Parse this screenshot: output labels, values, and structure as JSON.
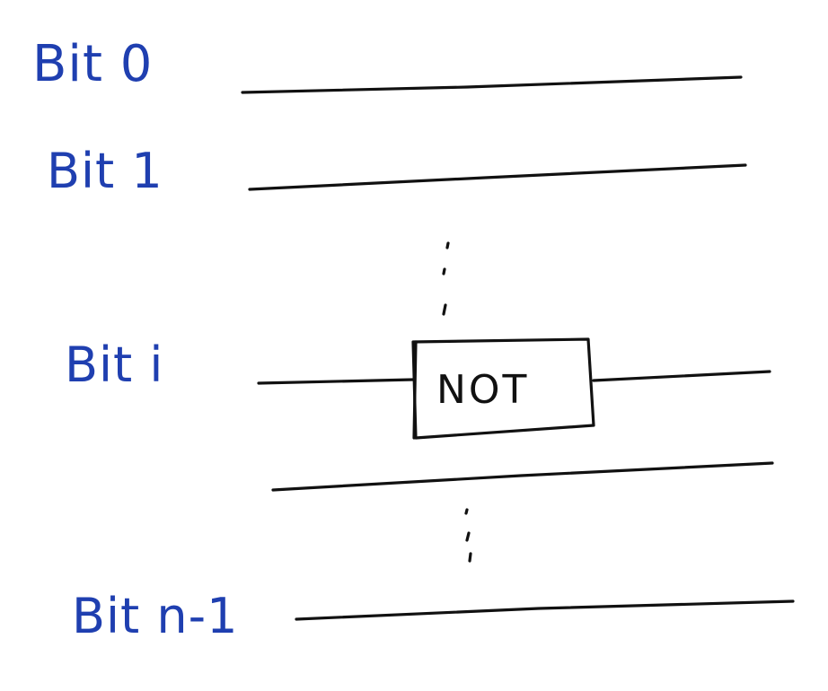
{
  "colors": {
    "label_ink": "#1f3fb0",
    "line_ink": "#111111",
    "background": "#ffffff"
  },
  "labels": {
    "bit0": "Bit 0",
    "bit1": "Bit 1",
    "biti": "Bit i",
    "bitn1": "Bit n-1"
  },
  "gate": {
    "text": "NOT"
  },
  "ellipsis_marks": [
    "vertical-dots",
    "vertical-dots"
  ]
}
